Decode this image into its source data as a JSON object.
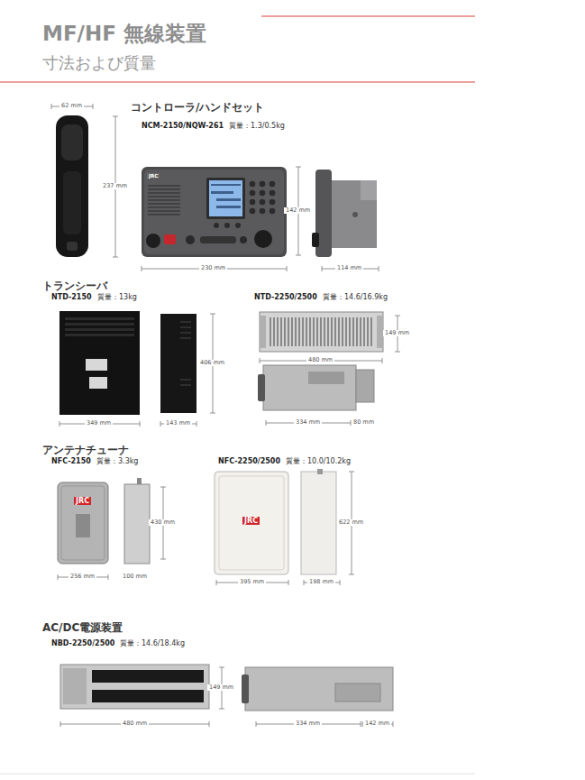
{
  "diagram": {
    "title": "MF/HF 無線装置",
    "labels": [
      "寸法および質量",
      "コントローラ/ハンドセット",
      "NCM-2150/NQW-261",
      "質量：1.3/0.5kg",
      "62 mm",
      "237 mm",
      "JRC",
      "142 mm",
      "230 mm",
      "114 mm",
      "トランシーバ",
      "NTD-2150",
      "質量：13kg",
      "NTD-2250/2500",
      "質量：14.6/16.9kg",
      "406 mm",
      "149 mm",
      "480 mm",
      "349 mm",
      "143 mm",
      "334 mm",
      "80 mm",
      "アンテナチューナ",
      "NFC-2150",
      "質量：3.3kg",
      "NFC-2250/2500",
      "質量：10.0/10.2kg",
      "JRC",
      "430 mm",
      "JRC",
      "622 mm",
      "256 mm",
      "100 mm",
      "395 mm",
      "198 mm",
      "AC/DC電源装置",
      "NBD-2250/2500",
      "質量：14.6/18.4kg",
      "149 mm",
      "480 mm",
      "334 mm",
      "142 mm"
    ]
  }
}
